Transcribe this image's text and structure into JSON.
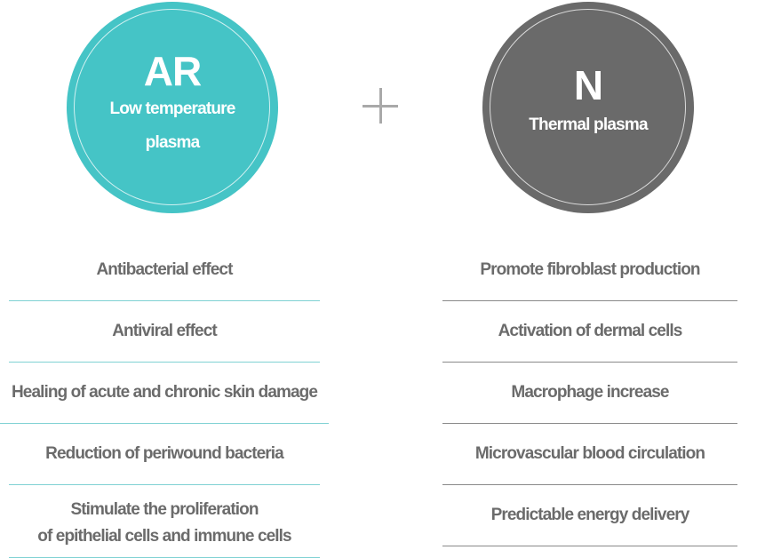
{
  "left": {
    "abbr": "AR",
    "name_line1": "Low temperature",
    "name_line2": "plasma",
    "color": "#45c4c6",
    "effects": [
      "Antibacterial effect",
      "Antiviral effect",
      "Healing of acute and chronic skin damage",
      "Reduction of periwound bacteria"
    ],
    "last_effect_line1": "Stimulate the proliferation",
    "last_effect_line2": "of epithelial cells and immune cells"
  },
  "right": {
    "abbr": "N",
    "name": "Thermal plasma",
    "color": "#6a6a6a",
    "effects": [
      "Promote fibroblast production",
      "Activation of dermal cells",
      "Macrophage increase",
      "Microvascular blood circulation",
      "Predictable energy delivery"
    ]
  },
  "plus_icon": "plus-icon"
}
